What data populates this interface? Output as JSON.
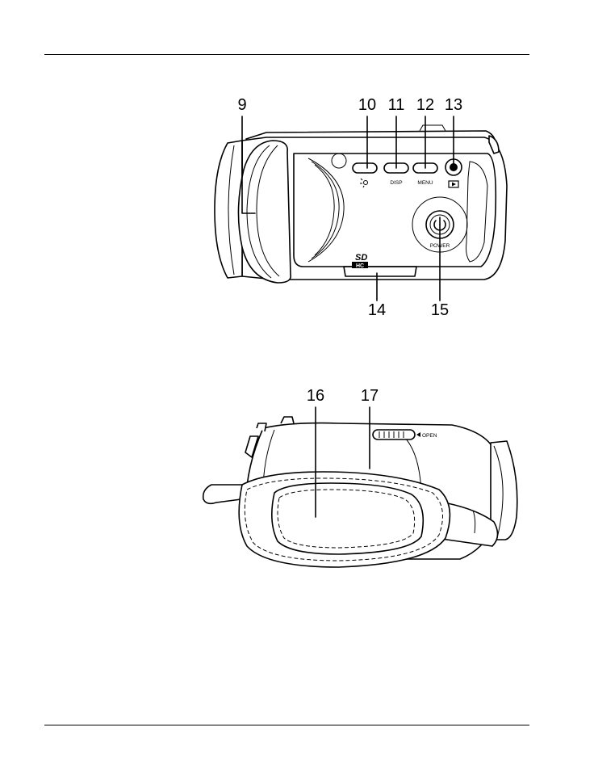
{
  "figure_top": {
    "callouts": [
      "9",
      "10",
      "11",
      "12",
      "13",
      "14",
      "15"
    ],
    "button_labels": {
      "disp": "DISP",
      "menu": "MENU",
      "power": "POWER"
    },
    "card_logo": {
      "line1": "SD",
      "line2": "HC"
    }
  },
  "figure_bottom": {
    "callouts": [
      "16",
      "17"
    ],
    "lcd_latch_label": "OPEN"
  },
  "colors": {
    "line": "#000000",
    "background": "#ffffff"
  },
  "icons": [
    "light-icon",
    "playback-icon",
    "power-icon"
  ]
}
